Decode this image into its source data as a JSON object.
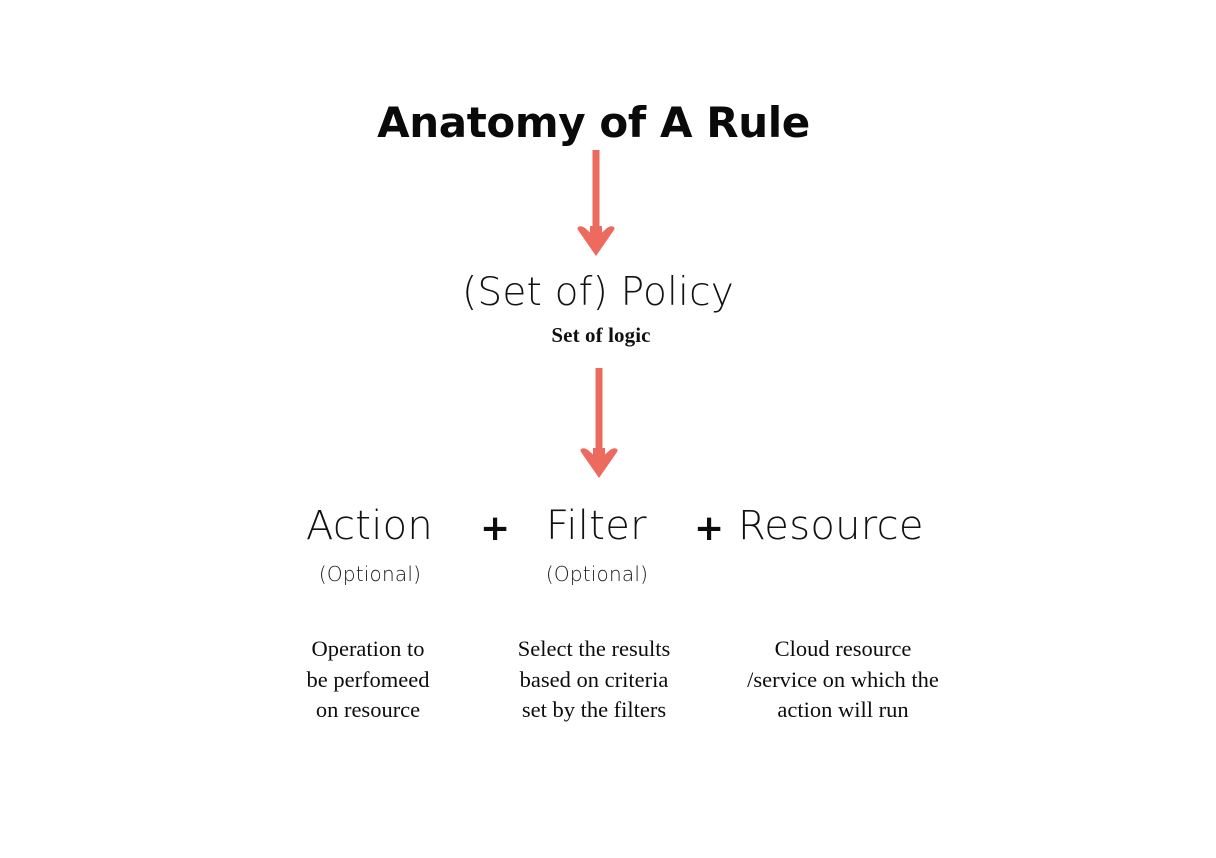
{
  "page": {
    "title": "Anatomy of A Rule",
    "background_color": "#ffffff",
    "text_color": "#111111",
    "arrow_color": "#ec6a5e"
  },
  "policy": {
    "label": "(Set of) Policy",
    "subtitle": "Set of logic"
  },
  "operators": {
    "plus_1": "+",
    "plus_2": "+"
  },
  "components": [
    {
      "name": "Action",
      "optional_label": "(Optional)",
      "description": "Operation to\nbe perfomeed\non resource"
    },
    {
      "name": "Filter",
      "optional_label": "(Optional)",
      "description": "Select the results\nbased on criteria\nset by the filters"
    },
    {
      "name": "Resource",
      "optional_label": "",
      "description": "Cloud resource\n/service on which the\naction will run"
    }
  ],
  "arrows": [
    {
      "name": "arrow-title-to-policy",
      "from": "Anatomy of A Rule",
      "to": "(Set of) Policy"
    },
    {
      "name": "arrow-policy-to-components",
      "from": "(Set of) Policy",
      "to": "Action + Filter + Resource"
    }
  ]
}
